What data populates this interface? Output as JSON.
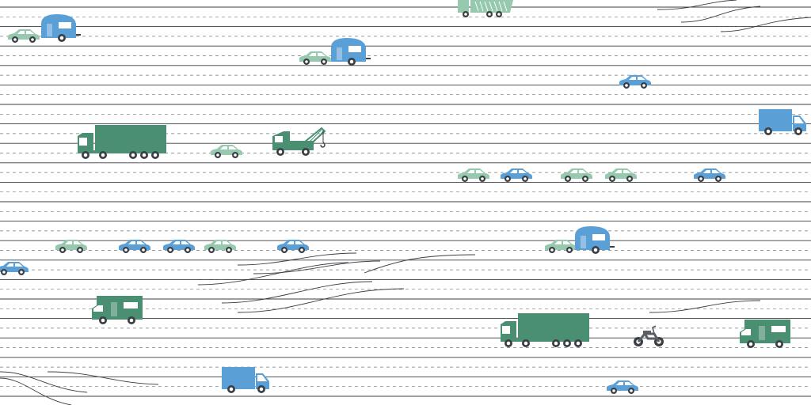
{
  "colors": {
    "blue": "#5A9FD6",
    "green": "#4A8F72",
    "mint": "#97C9AE",
    "wheel": "#3a3f45",
    "line": "#3a3f45",
    "moto": "#5a5f66"
  },
  "vehicles": [
    {
      "kind": "car",
      "color": "mint",
      "name": "car"
    },
    {
      "kind": "caravan",
      "color": "blue",
      "name": "caravan"
    },
    {
      "kind": "dumptruck",
      "color": "mint",
      "name": "dump-truck"
    },
    {
      "kind": "car",
      "color": "mint",
      "name": "car"
    },
    {
      "kind": "caravan",
      "color": "blue",
      "name": "caravan"
    },
    {
      "kind": "car",
      "color": "blue",
      "name": "car"
    },
    {
      "kind": "van",
      "color": "blue",
      "name": "box-van"
    },
    {
      "kind": "semi",
      "color": "green",
      "name": "semi-truck"
    },
    {
      "kind": "car",
      "color": "mint",
      "name": "car"
    },
    {
      "kind": "towtruck",
      "color": "green",
      "name": "tow-truck"
    },
    {
      "kind": "car",
      "color": "mint",
      "name": "car"
    },
    {
      "kind": "car",
      "color": "blue",
      "name": "car"
    },
    {
      "kind": "car",
      "color": "mint",
      "name": "car"
    },
    {
      "kind": "car",
      "color": "mint",
      "name": "car"
    },
    {
      "kind": "car",
      "color": "blue",
      "name": "car"
    },
    {
      "kind": "car",
      "color": "mint",
      "name": "car"
    },
    {
      "kind": "car",
      "color": "blue",
      "name": "car"
    },
    {
      "kind": "car",
      "color": "blue",
      "name": "car"
    },
    {
      "kind": "car",
      "color": "mint",
      "name": "car"
    },
    {
      "kind": "car",
      "color": "blue",
      "name": "car"
    },
    {
      "kind": "car",
      "color": "mint",
      "name": "car"
    },
    {
      "kind": "caravan",
      "color": "blue",
      "name": "caravan"
    },
    {
      "kind": "car",
      "color": "blue",
      "name": "car"
    },
    {
      "kind": "camper",
      "color": "green",
      "name": "camper-van"
    },
    {
      "kind": "semi",
      "color": "green",
      "name": "semi-truck"
    },
    {
      "kind": "moto",
      "color": "moto",
      "name": "motorcycle"
    },
    {
      "kind": "camper",
      "color": "green",
      "name": "camper-van"
    },
    {
      "kind": "van",
      "color": "blue",
      "name": "box-van"
    },
    {
      "kind": "car",
      "color": "blue",
      "name": "car"
    }
  ]
}
